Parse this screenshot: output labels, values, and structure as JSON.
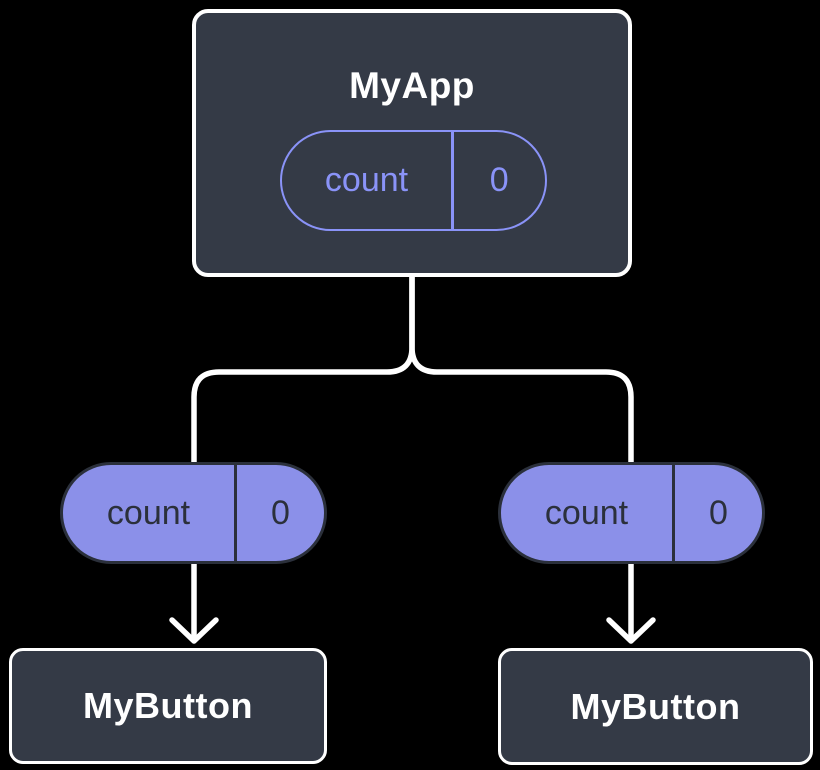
{
  "diagram": {
    "root": {
      "title": "MyApp",
      "state": {
        "name": "count",
        "value": "0"
      }
    },
    "children": [
      {
        "component": "MyButton",
        "state": {
          "name": "count",
          "value": "0"
        }
      },
      {
        "component": "MyButton",
        "state": {
          "name": "count",
          "value": "0"
        }
      }
    ]
  },
  "colors": {
    "background": "#000000",
    "box_fill": "#343A46",
    "box_border": "#FFFFFF",
    "accent_purple": "#8A93F8",
    "pill_fill": "#8B90E9",
    "pill_dark": "#2B303B",
    "connector": "#FFFFFF"
  }
}
